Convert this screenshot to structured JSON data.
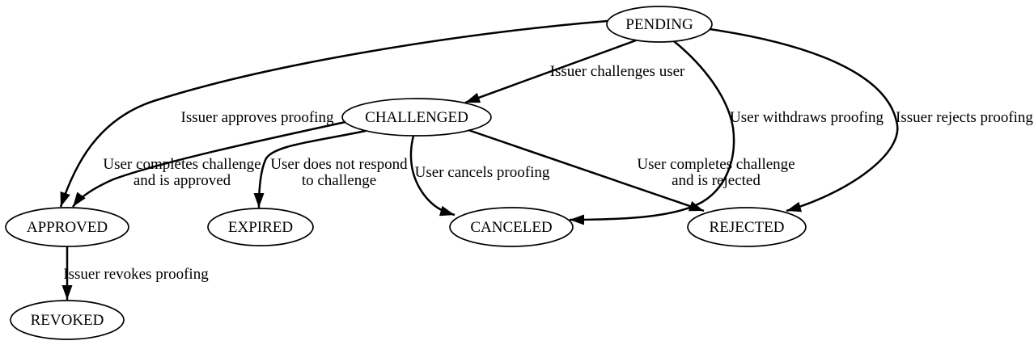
{
  "colors": {
    "stroke": "#000000",
    "text": "#000000",
    "background": "#ffffff"
  },
  "diagram": {
    "kind": "state-diagram",
    "nodes": [
      {
        "id": "pending",
        "label": "PENDING"
      },
      {
        "id": "challenged",
        "label": "CHALLENGED"
      },
      {
        "id": "approved",
        "label": "APPROVED"
      },
      {
        "id": "expired",
        "label": "EXPIRED"
      },
      {
        "id": "canceled",
        "label": "CANCELED"
      },
      {
        "id": "rejected",
        "label": "REJECTED"
      },
      {
        "id": "revoked",
        "label": "REVOKED"
      }
    ],
    "edges": [
      {
        "from": "PENDING",
        "to": "CHALLENGED",
        "label": "Issuer challenges user",
        "lines": [
          "Issuer challenges user"
        ]
      },
      {
        "from": "PENDING",
        "to": "APPROVED",
        "label": "Issuer approves proofing",
        "lines": [
          "Issuer approves proofing"
        ]
      },
      {
        "from": "PENDING",
        "to": "CANCELED",
        "label": "User withdraws proofing",
        "lines": [
          "User withdraws proofing"
        ]
      },
      {
        "from": "PENDING",
        "to": "REJECTED",
        "label": "Issuer rejects proofing",
        "lines": [
          "Issuer rejects proofing"
        ]
      },
      {
        "from": "CHALLENGED",
        "to": "APPROVED",
        "label": "User completes challenge and is approved",
        "lines": [
          "User completes challenge",
          "and is approved"
        ]
      },
      {
        "from": "CHALLENGED",
        "to": "EXPIRED",
        "label": "User does not respond to challenge",
        "lines": [
          "User does not respond",
          "to challenge"
        ]
      },
      {
        "from": "CHALLENGED",
        "to": "CANCELED",
        "label": "User cancels proofing",
        "lines": [
          "User cancels proofing"
        ]
      },
      {
        "from": "CHALLENGED",
        "to": "REJECTED",
        "label": "User completes challenge and is rejected",
        "lines": [
          "User completes challenge",
          "and is rejected"
        ]
      },
      {
        "from": "APPROVED",
        "to": "REVOKED",
        "label": "Issuer revokes proofing",
        "lines": [
          "Issuer revokes proofing"
        ]
      }
    ]
  }
}
